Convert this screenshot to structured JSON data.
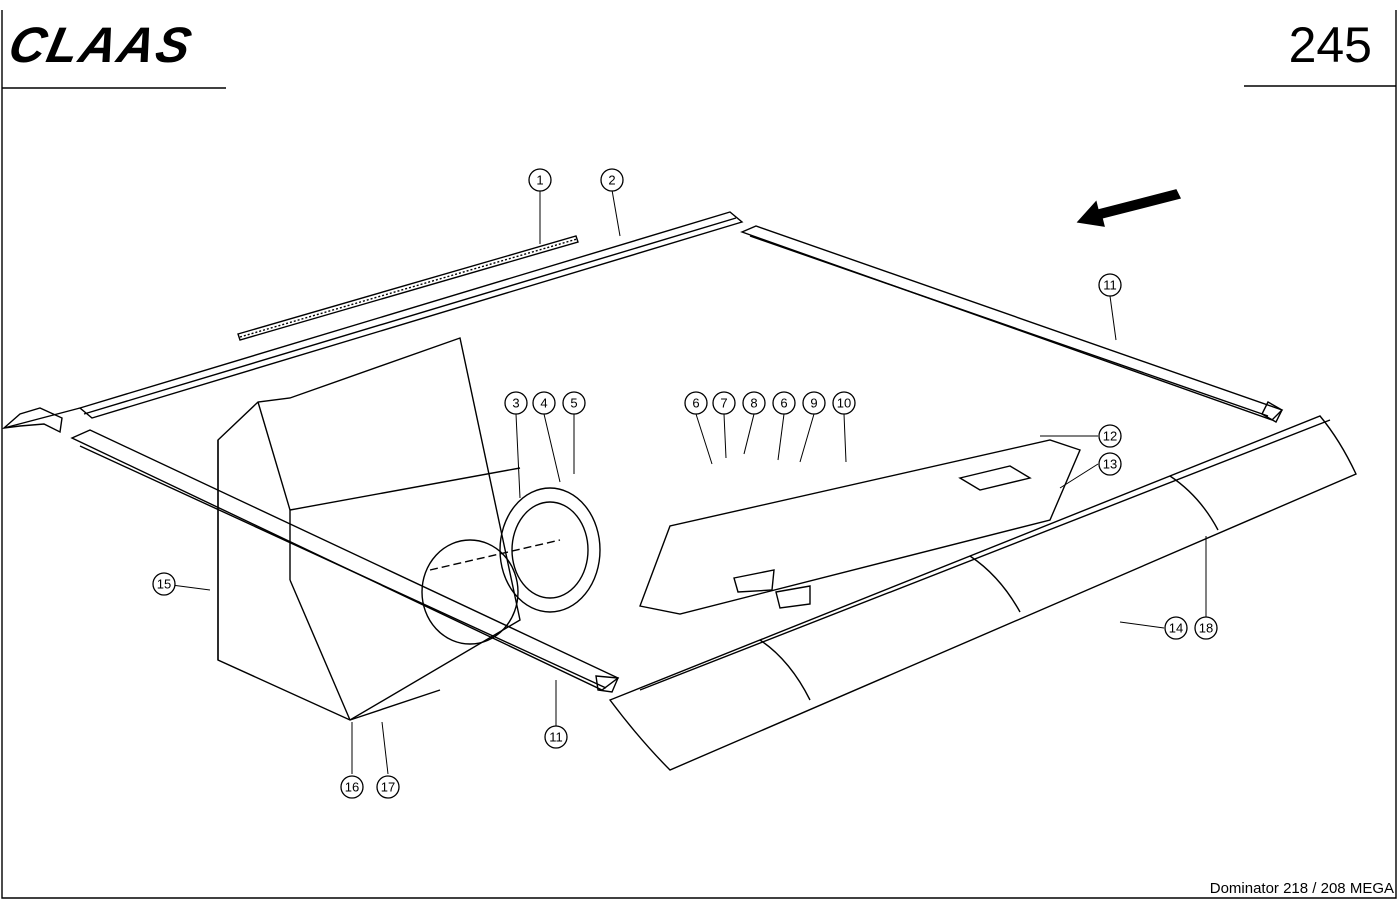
{
  "header": {
    "brand": "CLAAS",
    "page_number": "245"
  },
  "footer": {
    "model": "Dominator 218 / 208 MEGA"
  },
  "callouts": [
    {
      "label": "1"
    },
    {
      "label": "2"
    },
    {
      "label": "11"
    },
    {
      "label": "3"
    },
    {
      "label": "4"
    },
    {
      "label": "5"
    },
    {
      "label": "6"
    },
    {
      "label": "7"
    },
    {
      "label": "8"
    },
    {
      "label": "6"
    },
    {
      "label": "9"
    },
    {
      "label": "10"
    },
    {
      "label": "12"
    },
    {
      "label": "13"
    },
    {
      "label": "15"
    },
    {
      "label": "11"
    },
    {
      "label": "14"
    },
    {
      "label": "18"
    },
    {
      "label": "16"
    },
    {
      "label": "17"
    }
  ]
}
